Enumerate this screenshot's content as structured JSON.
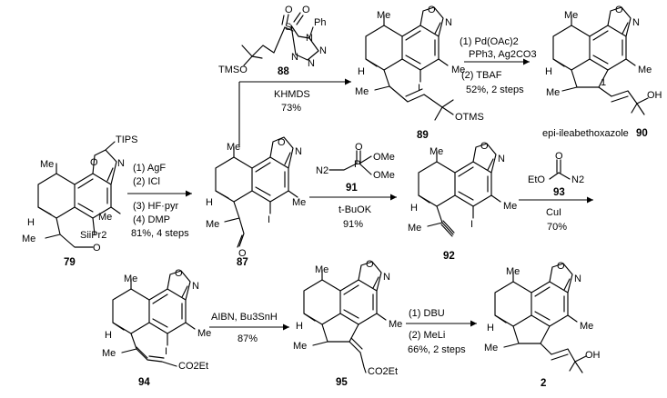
{
  "compounds": {
    "c79": {
      "id": "79",
      "labels": {
        "tips": "TIPS",
        "me_top": "Me",
        "me_ar": "Me",
        "h": "H",
        "me_low": "Me",
        "si": "SiiPr2",
        "o": "O",
        "n": "N",
        "o_ring": "O"
      }
    },
    "c87": {
      "id": "87",
      "labels": {
        "me_top": "Me",
        "me_ar": "Me",
        "i": "I",
        "h": "H",
        "o_ald": "O",
        "n": "N",
        "o": "O"
      }
    },
    "c88": {
      "id": "88",
      "labels": {
        "s": "S",
        "o1": "O",
        "o2": "O",
        "ph": "Ph",
        "n1": "N",
        "n2": "N",
        "n3": "N",
        "n4": "N",
        "tmso": "TMSO"
      }
    },
    "c89": {
      "id": "89",
      "labels": {
        "me_top": "Me",
        "me_ar": "Me",
        "i": "I",
        "h": "H",
        "otms": "OTMS",
        "n": "N",
        "o": "O"
      }
    },
    "c90": {
      "id": "90",
      "name": "epi-ileabethoxazole",
      "labels": {
        "me_top": "Me",
        "me_ar": "Me",
        "h": "H",
        "me_low": "Me",
        "oh": "OH",
        "num": "1",
        "n": "N",
        "o": "O"
      }
    },
    "c91": {
      "id": "91",
      "labels": {
        "n2": "N2",
        "p": "P",
        "o": "O",
        "ome1": "OMe",
        "ome2": "OMe"
      }
    },
    "c92": {
      "id": "92",
      "labels": {
        "me_top": "Me",
        "me_ar": "Me",
        "i": "I",
        "h": "H",
        "n": "N",
        "o": "O"
      }
    },
    "c93": {
      "id": "93",
      "labels": {
        "eto": "EtO",
        "o": "O",
        "n2": "N2"
      }
    },
    "c94": {
      "id": "94",
      "labels": {
        "me_top": "Me",
        "me_ar": "Me",
        "i": "I",
        "h": "H",
        "co2et": "CO2Et",
        "n": "N",
        "o": "O"
      }
    },
    "c95": {
      "id": "95",
      "labels": {
        "me_top": "Me",
        "me_ar": "Me",
        "h": "H",
        "me_low": "Me",
        "co2et": "CO2Et",
        "n": "N",
        "o": "O"
      }
    },
    "c2": {
      "id": "2",
      "labels": {
        "me_top": "Me",
        "me_ar": "Me",
        "h": "H",
        "me_low": "Me",
        "oh": "OH",
        "n": "N",
        "o": "O"
      }
    }
  },
  "reactions": {
    "r1": {
      "steps": [
        "(1) AgF",
        "(2) ICl",
        "(3) HF·pyr",
        "(4) DMP"
      ],
      "yield": "81%, 4 steps"
    },
    "r2": {
      "reagent": "KHMDS",
      "yield": "73%"
    },
    "r3": {
      "steps": [
        "(1) Pd(OAc)2",
        "PPh3, Ag2CO3",
        "(2) TBAF"
      ],
      "yield": "52%, 2 steps"
    },
    "r4": {
      "reagent": "t-BuOK",
      "yield": "91%"
    },
    "r5": {
      "reagent": "CuI",
      "yield": "70%"
    },
    "r6": {
      "reagent": "AIBN, Bu3SnH",
      "yield": "87%"
    },
    "r7": {
      "steps": [
        "(1) DBU",
        "(2) MeLi"
      ],
      "yield": "66%, 2 steps"
    }
  }
}
